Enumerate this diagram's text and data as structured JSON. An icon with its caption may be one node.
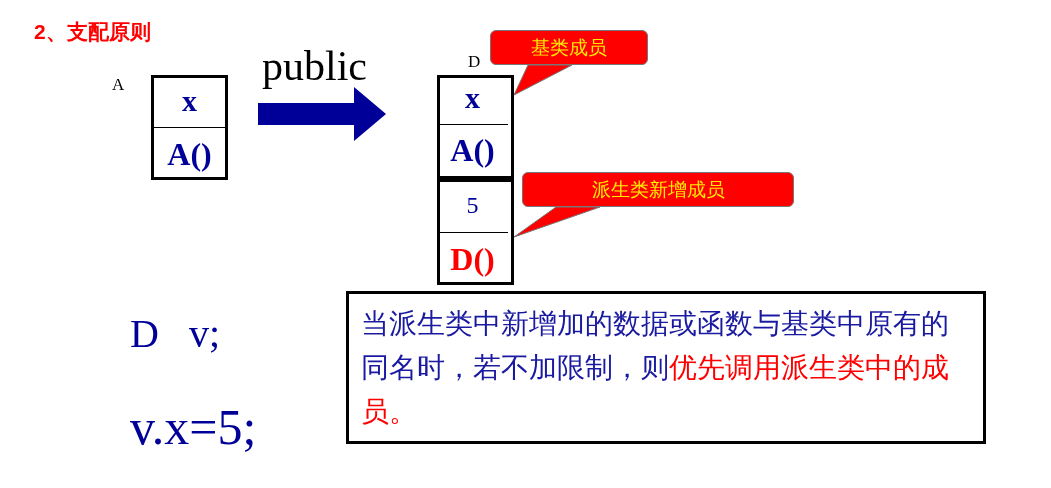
{
  "diagram": {
    "title": "2、支配原则",
    "nodes": [
      {
        "text": [
          "A"
        ]
      },
      {
        "text": [
          "x"
        ],
        "in": 0
      },
      {
        "text": [
          "A()"
        ],
        "in": 0
      },
      {
        "text": [
          "D"
        ]
      },
      {
        "text": [],
        "shape": "box",
        "in": 3
      },
      {
        "text": [
          "x"
        ],
        "in": 4
      },
      {
        "text": [
          "A()"
        ],
        "in": 4
      },
      {
        "text": [],
        "shape": "box",
        "in": 3
      },
      {
        "text": [
          "5"
        ],
        "in": 7
      },
      {
        "text": [
          "D()"
        ],
        "in": 7
      },
      {
        "text": [
          "基类成员"
        ]
      },
      {
        "text": [
          "派生类新增成员"
        ]
      },
      {
        "text": [
          "当派生类中新增加的数据或函数与基类中原有的同名时，若不加限制，则",
          "优先调用派生类中的成员。"
        ]
      }
    ],
    "edges": [
      {
        "from": 0,
        "to": 3,
        "arrow": "to",
        "label": "public",
        "style": "thick"
      },
      {
        "from": 10,
        "to": 4,
        "arrow": "none"
      },
      {
        "from": 11,
        "to": 7,
        "arrow": "none"
      }
    ],
    "labels": [
      "D   v;",
      "v.x=5;"
    ]
  }
}
